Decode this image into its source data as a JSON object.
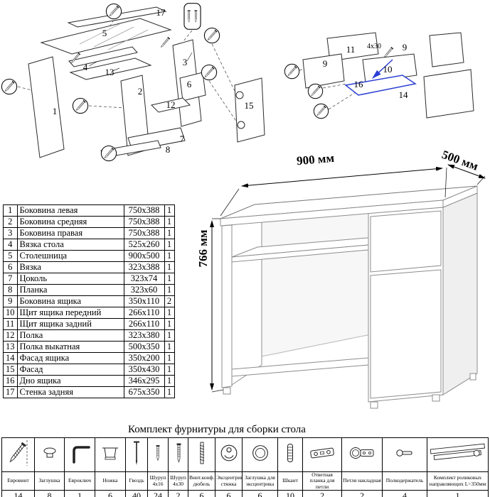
{
  "parts_table": {
    "rows": [
      {
        "num": "1",
        "name": "Боковина левая",
        "size": "750x388",
        "qty": "1"
      },
      {
        "num": "2",
        "name": "Боковина средняя",
        "size": "750x388",
        "qty": "1"
      },
      {
        "num": "3",
        "name": "Боковина правая",
        "size": "750x388",
        "qty": "1"
      },
      {
        "num": "4",
        "name": "Вязка стола",
        "size": "525x260",
        "qty": "1"
      },
      {
        "num": "5",
        "name": "Столешница",
        "size": "900x500",
        "qty": "1"
      },
      {
        "num": "6",
        "name": "Вязка",
        "size": "323x388",
        "qty": "1"
      },
      {
        "num": "7",
        "name": "Цоколь",
        "size": "323x74",
        "qty": "1"
      },
      {
        "num": "8",
        "name": "Планка",
        "size": "323x60",
        "qty": "1"
      },
      {
        "num": "9",
        "name": "Боковина ящика",
        "size": "350x110",
        "qty": "2"
      },
      {
        "num": "10",
        "name": "Щит ящика передний",
        "size": "266x110",
        "qty": "1"
      },
      {
        "num": "11",
        "name": "Щит ящика задний",
        "size": "266x110",
        "qty": "1"
      },
      {
        "num": "12",
        "name": "Полка",
        "size": "323x380",
        "qty": "1"
      },
      {
        "num": "13",
        "name": "Полка выкатная",
        "size": "500x350",
        "qty": "1"
      },
      {
        "num": "14",
        "name": "Фасад ящика",
        "size": "350x200",
        "qty": "1"
      },
      {
        "num": "15",
        "name": "Фасад",
        "size": "350x430",
        "qty": "1"
      },
      {
        "num": "16",
        "name": "Дно ящика",
        "size": "346x295",
        "qty": "1"
      },
      {
        "num": "17",
        "name": "Стенка задняя",
        "size": "675x350",
        "qty": "1"
      }
    ]
  },
  "desk": {
    "width": "900 мм",
    "depth": "500 мм",
    "height": "766 мм"
  },
  "diagrams": {
    "left": {
      "labels": {
        "p1": "1",
        "p2": "2",
        "p3": "3",
        "p4": "4",
        "p5": "5",
        "p6": "6",
        "p7": "7",
        "p8": "8",
        "p12": "12",
        "p13": "13",
        "p15": "15",
        "p17": "17"
      }
    },
    "right": {
      "labels": {
        "p9a": "9",
        "p9b": "9",
        "p10": "10",
        "p11": "11",
        "p14": "14",
        "p16": "16",
        "note": "4x30"
      }
    }
  },
  "hardware": {
    "title": "Комплект фурнитуры для сборки стола",
    "items": [
      {
        "icon": "euro-screw",
        "label": "Евровинт",
        "qty": "14"
      },
      {
        "icon": "cap",
        "label": "Заглушка",
        "qty": "8"
      },
      {
        "icon": "hex-key",
        "label": "Евроключ",
        "qty": "1"
      },
      {
        "icon": "leg",
        "label": "Ножка",
        "qty": "6"
      },
      {
        "icon": "nail",
        "label": "Гвоздь",
        "qty": "40"
      },
      {
        "icon": "screw",
        "label": "Шуруп 4x16",
        "qty": "24"
      },
      {
        "icon": "screw",
        "label": "Шуруп 4x30",
        "qty": "2"
      },
      {
        "icon": "dowel-screw",
        "label": "Винт.конф. дюбель",
        "qty": "6"
      },
      {
        "icon": "cam-lock",
        "label": "Эксцентрик стяжка",
        "qty": "6"
      },
      {
        "icon": "cam-cap",
        "label": "Заглушка для эксцентрика",
        "qty": "6"
      },
      {
        "icon": "dowel",
        "label": "Шкант",
        "qty": "10"
      },
      {
        "icon": "hinge-plate",
        "label": "Ответная планка для петли",
        "qty": "2"
      },
      {
        "icon": "hinge",
        "label": "Петля накладная",
        "qty": "2"
      },
      {
        "icon": "shelf-pin",
        "label": "Полкодержатель",
        "qty": "4"
      },
      {
        "icon": "roller-rails",
        "label": "Комплект роликовых направляющих L=350мм",
        "qty": "1"
      }
    ]
  }
}
